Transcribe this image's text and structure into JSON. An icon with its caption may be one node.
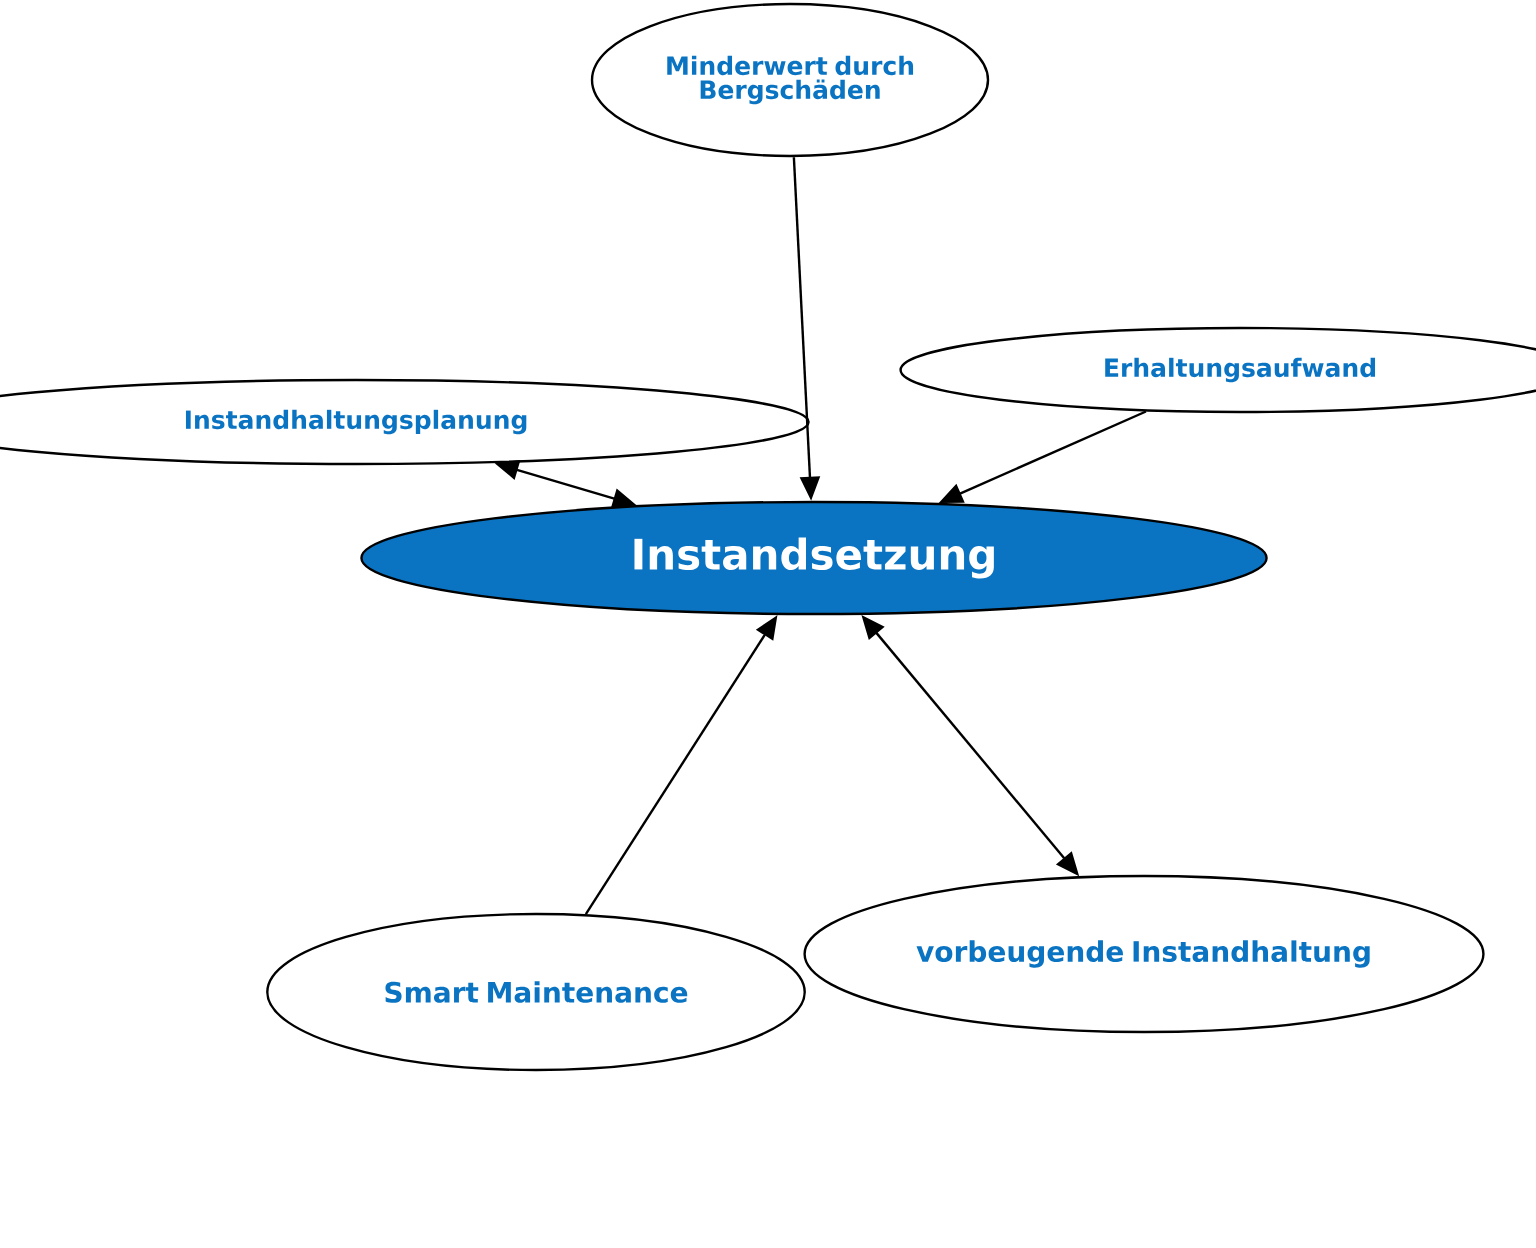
{
  "diagram": {
    "nodes": [
      {
        "text": [
          "Instandsetzung"
        ]
      },
      {
        "text": [
          "Minderwert durch Bergschäden"
        ]
      },
      {
        "text": [
          "Erhaltungsaufwand"
        ]
      },
      {
        "text": [
          "Instandhaltungsplanung"
        ]
      },
      {
        "text": [
          "Smart Maintenance"
        ]
      },
      {
        "text": [
          "vorbeugende Instandhaltung"
        ]
      }
    ],
    "edges": [
      {
        "from": 1,
        "to": 0,
        "arrow": "to"
      },
      {
        "from": 2,
        "to": 0,
        "arrow": "to"
      },
      {
        "from": 3,
        "to": 0,
        "arrow": "both"
      },
      {
        "from": 4,
        "to": 0,
        "arrow": "to"
      },
      {
        "from": 5,
        "to": 0,
        "arrow": "both"
      }
    ]
  }
}
